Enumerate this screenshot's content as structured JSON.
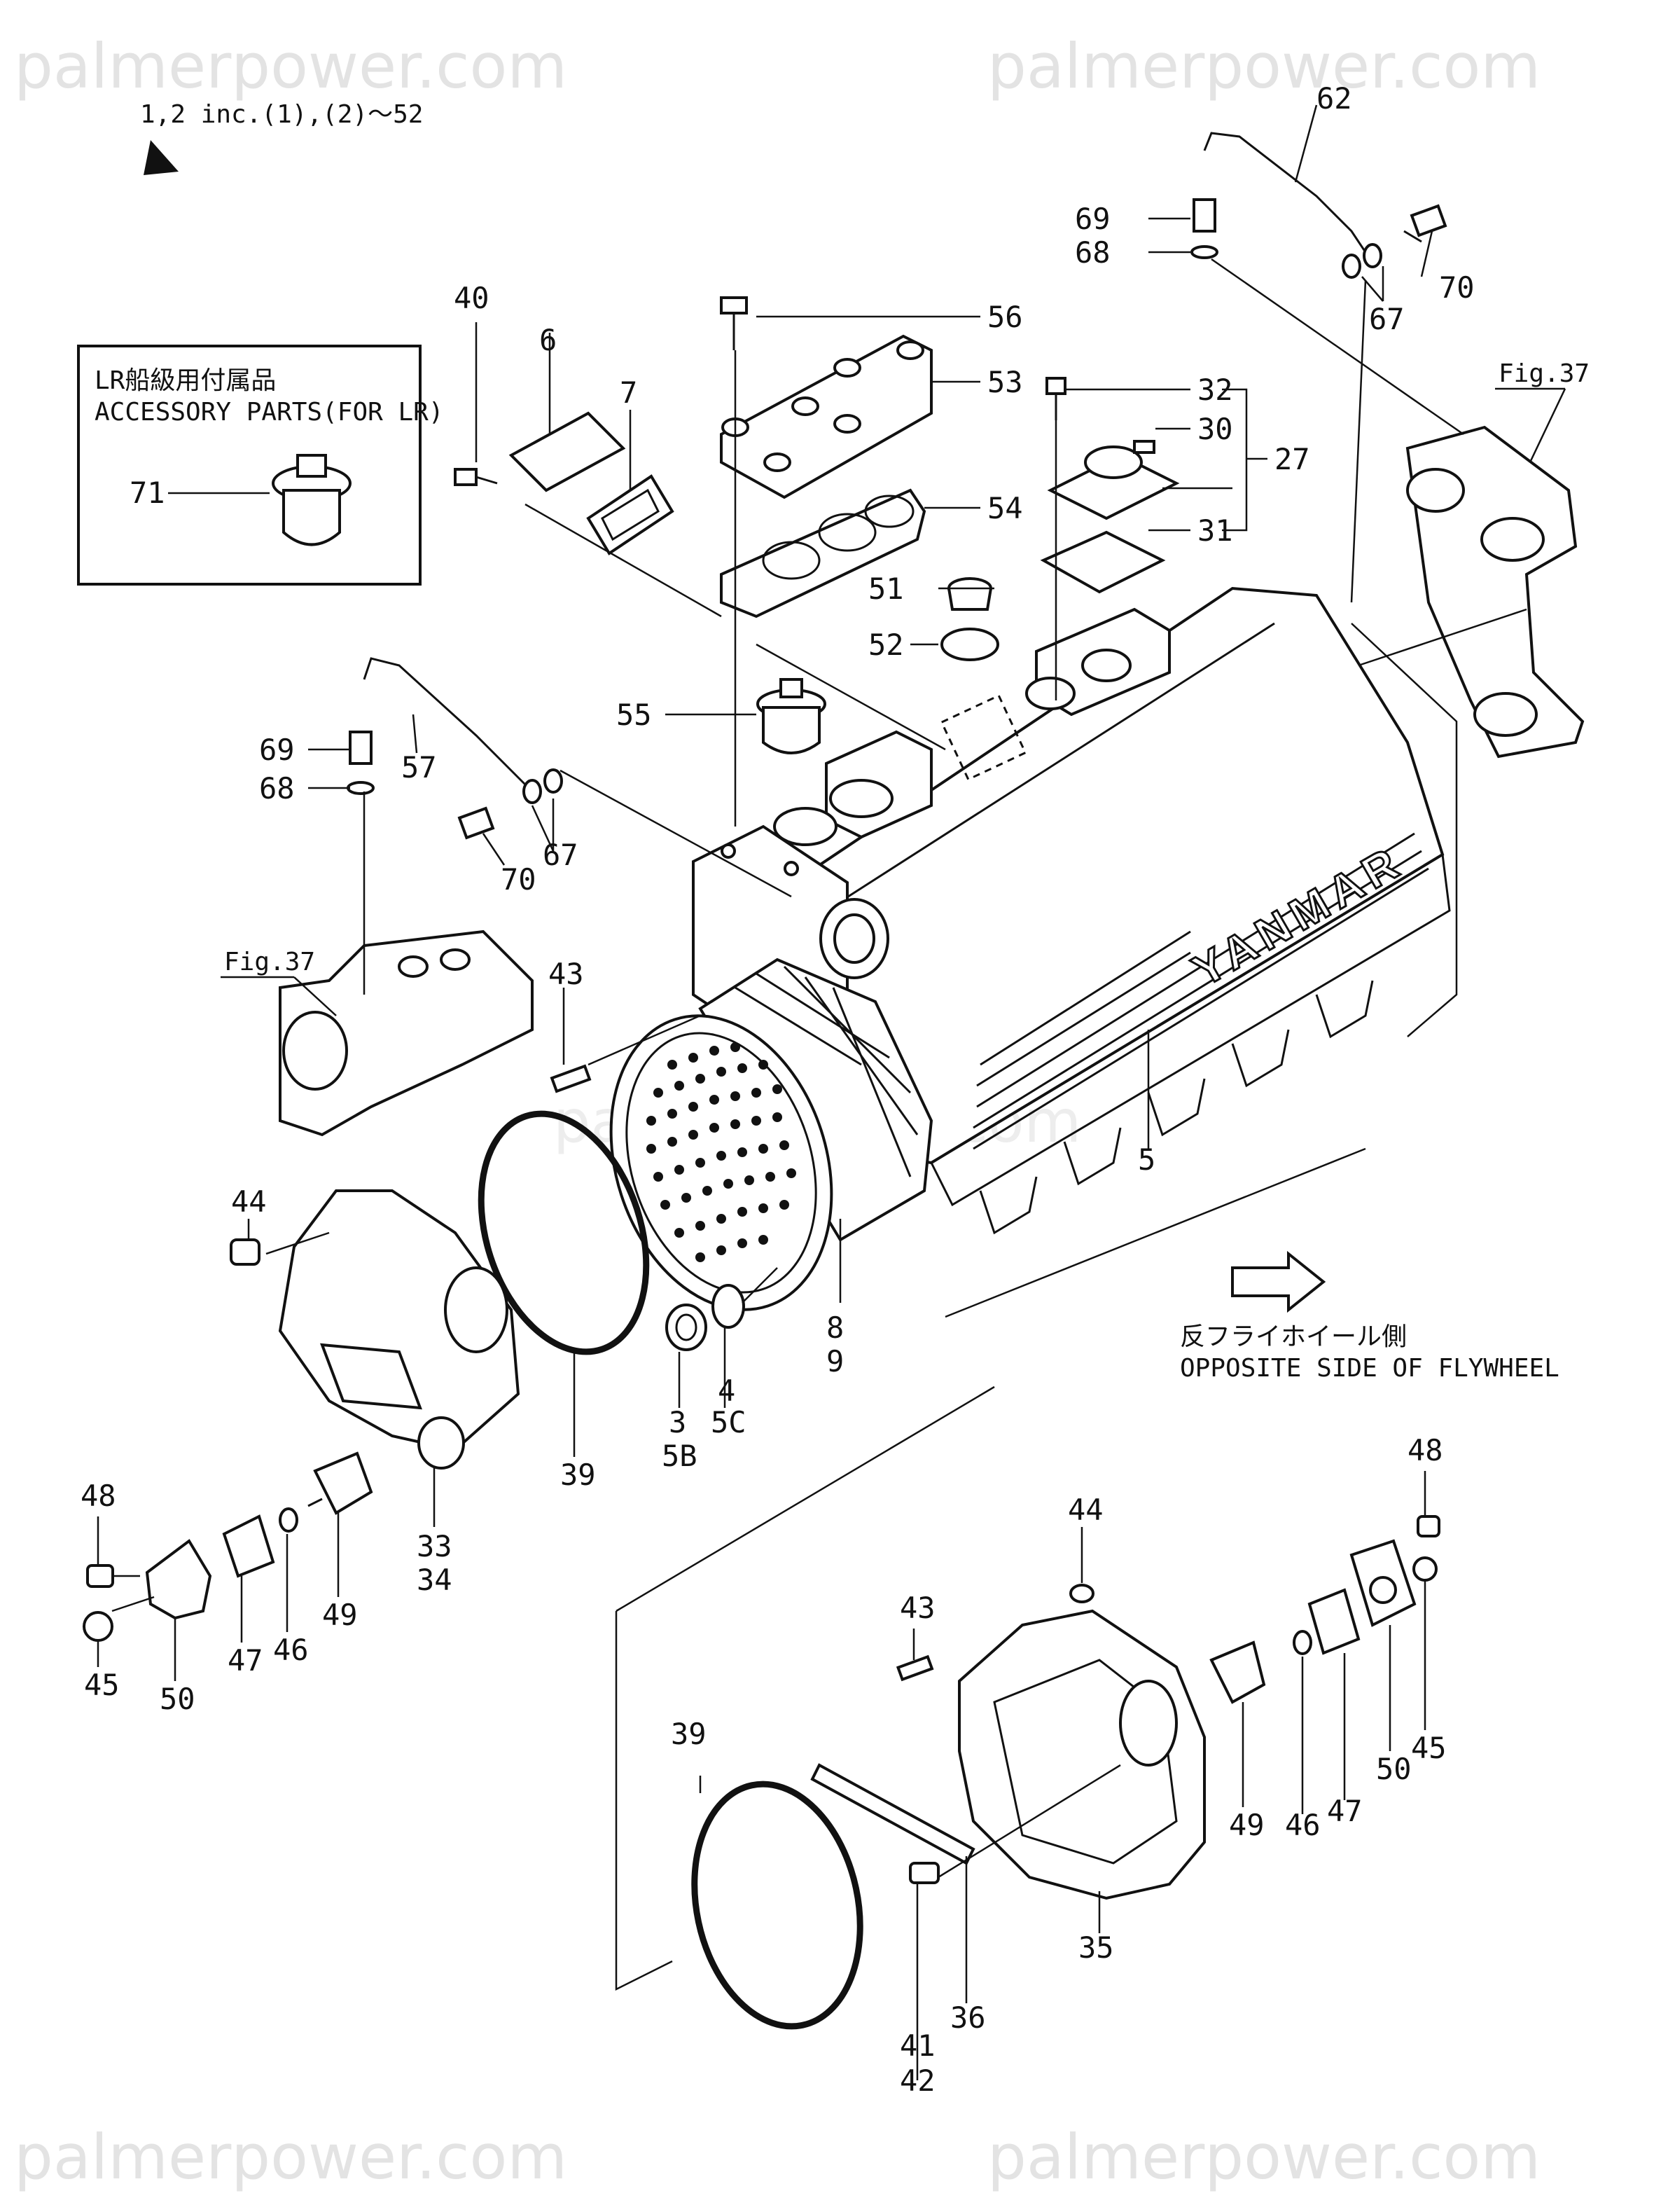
{
  "watermark": "palmerpower.com",
  "header_note": "1,2 inc.(1),(2)～52",
  "fig_refs": [
    "Fig.37",
    "Fig.37"
  ],
  "accessory_box": {
    "title_jp": "LR船級用付属品",
    "title_en": "ACCESSORY PARTS(FOR LR)",
    "part": "71"
  },
  "brand_text": "YANMAR",
  "direction": {
    "label_jp": "反フライホイール側",
    "label_en": "OPPOSITE SIDE OF FLYWHEEL"
  },
  "callouts": {
    "c40": "40",
    "c6": "6",
    "c7": "7",
    "c56": "56",
    "c53": "53",
    "c54": "54",
    "c62": "62",
    "c69a": "69",
    "c68a": "68",
    "c70a": "70",
    "c67a": "67",
    "c32": "32",
    "c30": "30",
    "c27": "27",
    "c31": "31",
    "c51": "51",
    "c52": "52",
    "c55": "55",
    "c69b": "69",
    "c68b": "68",
    "c57": "57",
    "c70b": "70",
    "c67b": "67",
    "c43a": "43",
    "c5": "5",
    "c44a": "44",
    "c8": "8",
    "c9": "9",
    "c3": "3",
    "c5b": "5B",
    "c4": "4",
    "c5c": "5C",
    "c39a": "39",
    "c33": "33",
    "c34": "34",
    "c48a": "48",
    "c45a": "45",
    "c50a": "50",
    "c47a": "47",
    "c46a": "46",
    "c49a": "49",
    "c48b": "48",
    "c44b": "44",
    "c43b": "43",
    "c39b": "39",
    "c35": "35",
    "c36": "36",
    "c41": "41",
    "c42": "42",
    "c49b": "49",
    "c46b": "46",
    "c47b": "47",
    "c50b": "50",
    "c45b": "45"
  }
}
